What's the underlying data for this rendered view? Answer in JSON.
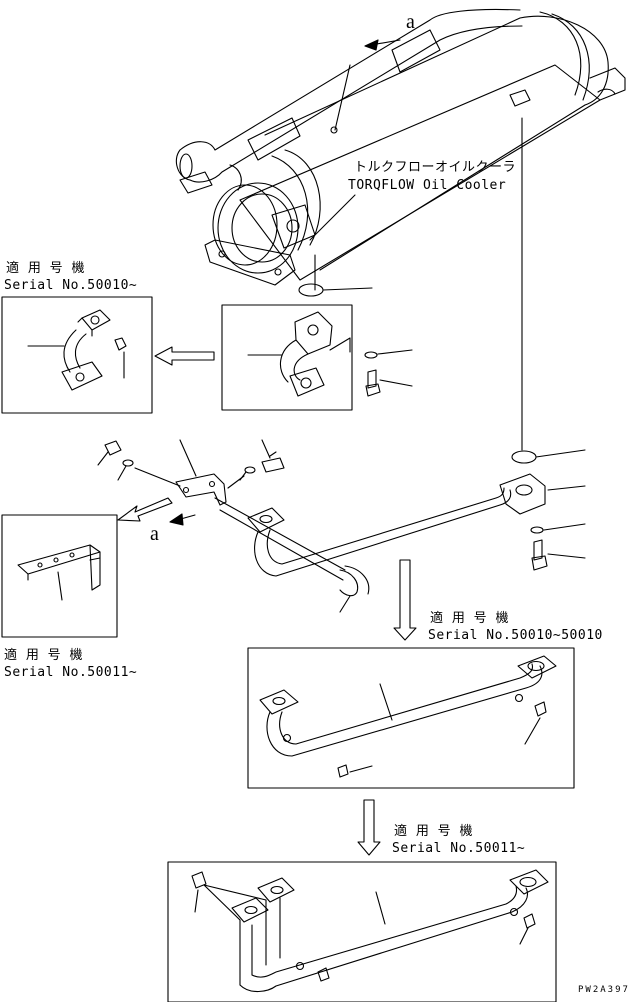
{
  "callouts": {
    "cooler_jp": "トルクフローオイルクーラ",
    "cooler_en": "TORQFLOW Oil Cooler",
    "ref_a_top": "a",
    "ref_a_left": "a"
  },
  "serial_notes": {
    "note1_jp": "適 用 号 機",
    "note1_en": "Serial No.50010~",
    "note2_jp": "適 用 号 機",
    "note2_en": "Serial No.50011~",
    "note3_jp": "適 用 号 機",
    "note3_en": "Serial No.50010~50010",
    "note4_jp": "適 用 号 機",
    "note4_en": "Serial No.50011~"
  },
  "drawing_code": "PW2A397",
  "icons": [
    "oil-cooler-assembly",
    "pipe-elbow",
    "flange-bolt",
    "washer",
    "nut",
    "bracket",
    "hose-clamp",
    "down-arrow",
    "left-arrow"
  ]
}
